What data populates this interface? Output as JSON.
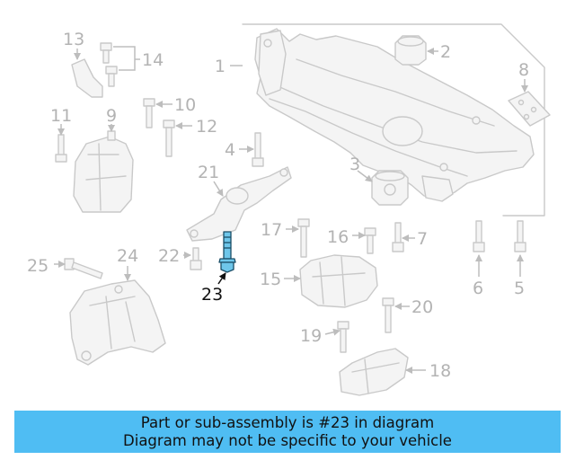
{
  "callouts": {
    "c1": "1",
    "c2": "2",
    "c3": "3",
    "c4": "4",
    "c5": "5",
    "c6": "6",
    "c7": "7",
    "c8": "8",
    "c9": "9",
    "c10": "10",
    "c11": "11",
    "c12": "12",
    "c13": "13",
    "c14": "14",
    "c15": "15",
    "c16": "16",
    "c17": "17",
    "c18": "18",
    "c19": "19",
    "c20": "20",
    "c21": "21",
    "c22": "22",
    "c23": "23",
    "c24": "24",
    "c25": "25"
  },
  "highlighted_part": "23",
  "colors": {
    "highlight_fill": "#6ec6ea",
    "caption_background": "#4fbdf3",
    "dim_part_stroke": "#c9c9c9",
    "dim_label": "#b3b3b3"
  },
  "caption": {
    "line1": "Part or sub-assembly is #23 in diagram",
    "line2": "Diagram may not be specific to your vehicle"
  }
}
